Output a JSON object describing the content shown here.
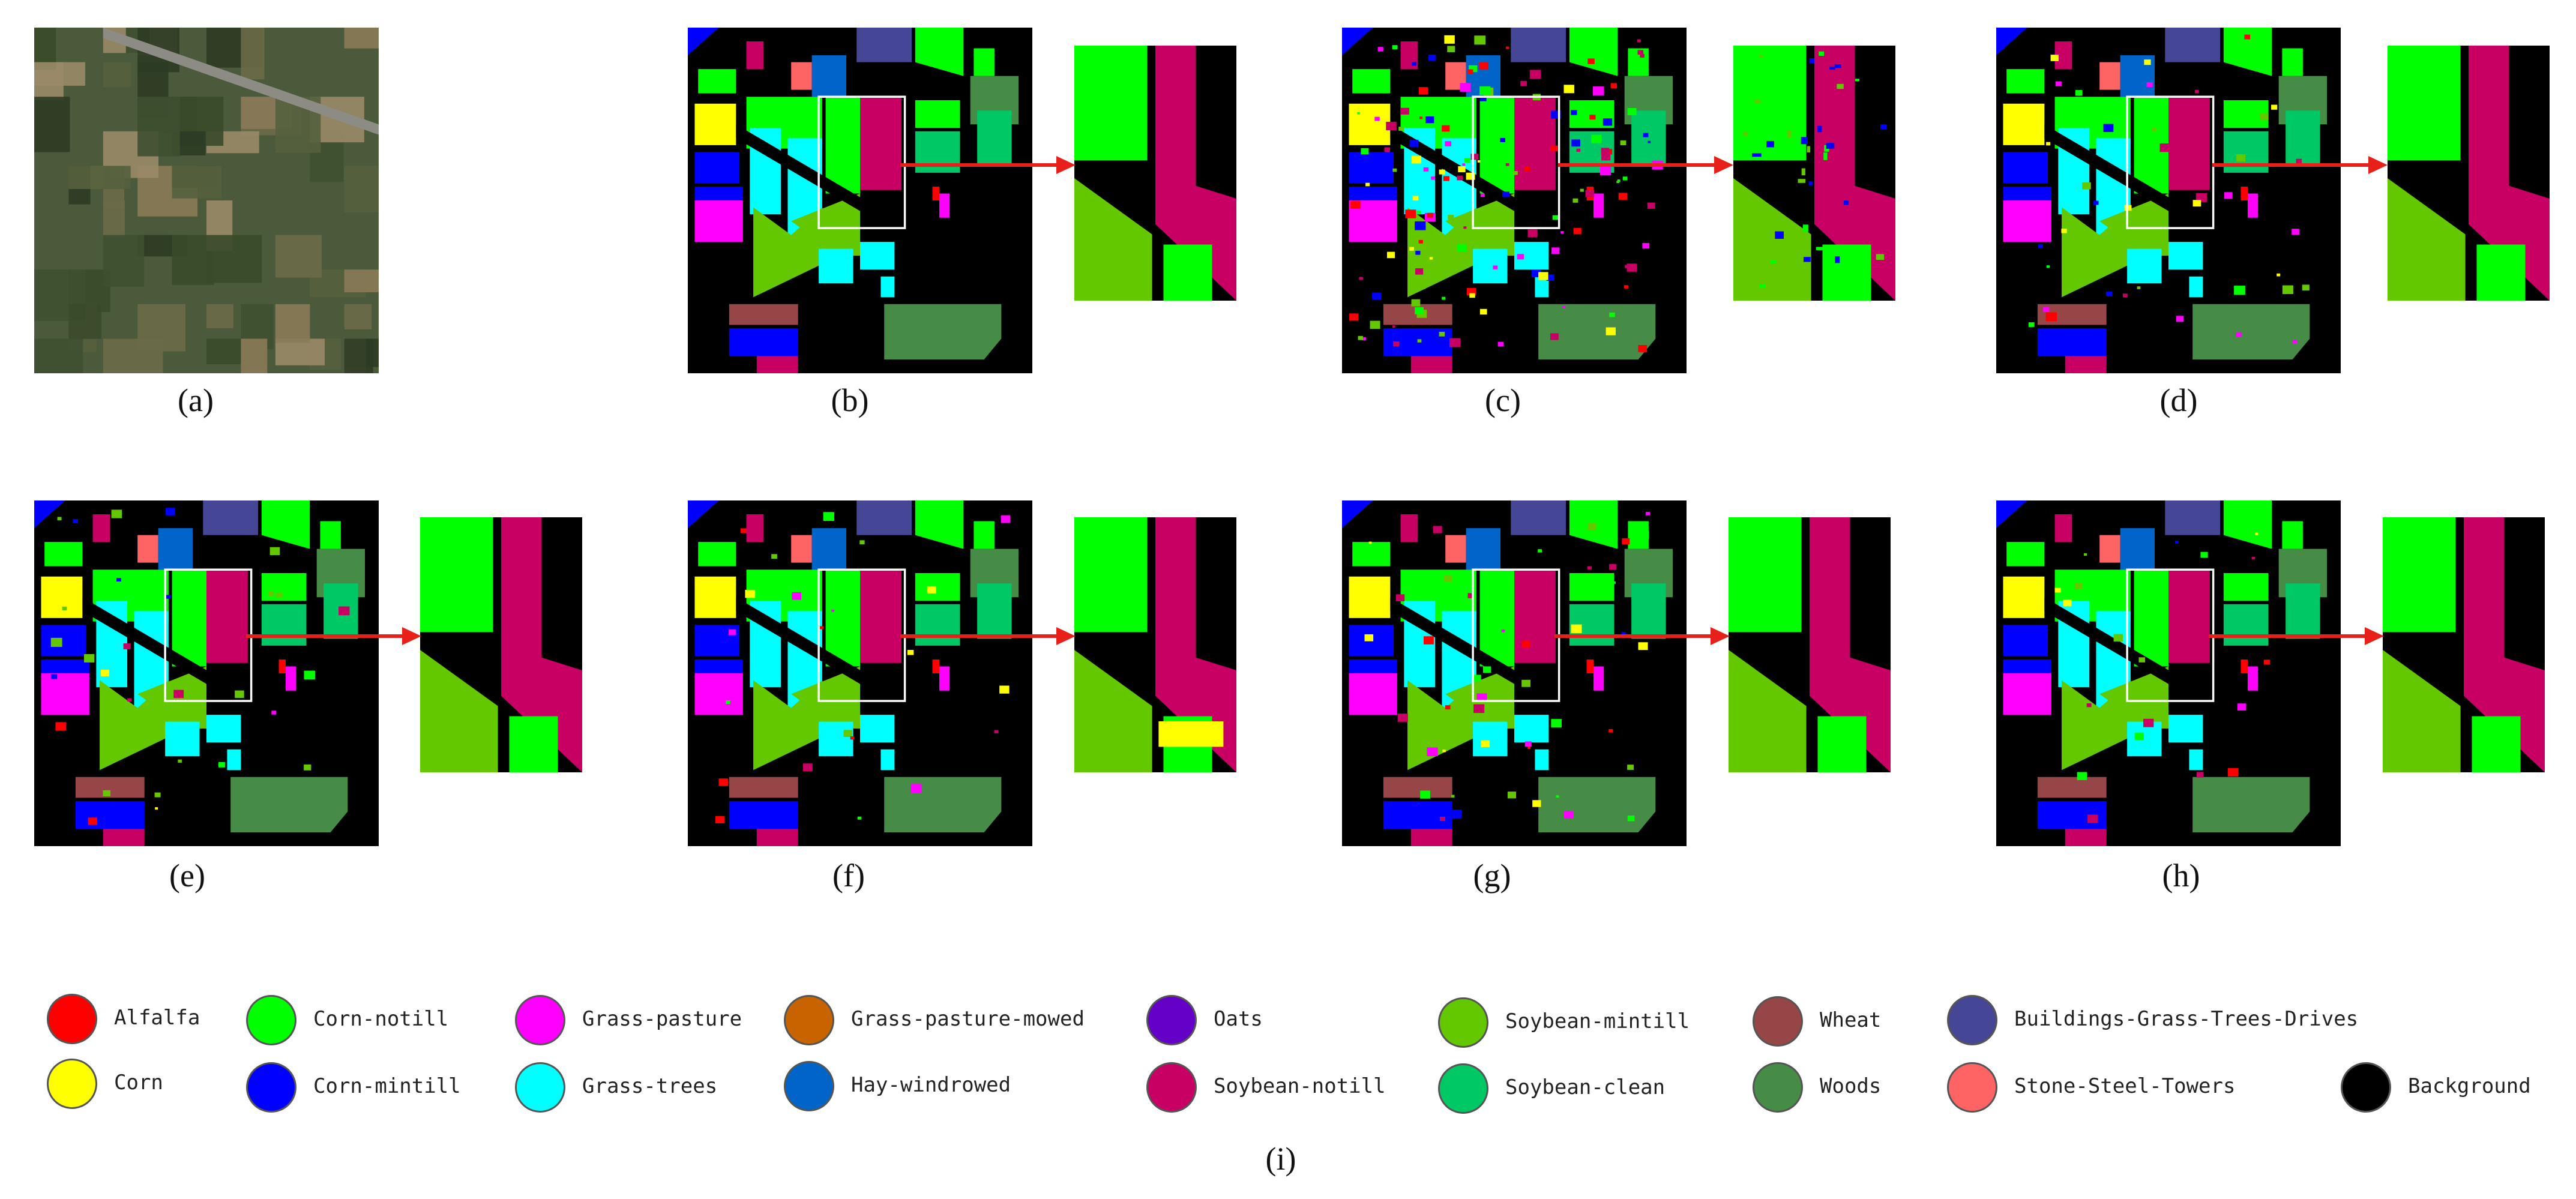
{
  "panels": [
    {
      "id": "a",
      "caption": "(a)"
    },
    {
      "id": "b",
      "caption": "(b)"
    },
    {
      "id": "c",
      "caption": "(c)"
    },
    {
      "id": "d",
      "caption": "(d)"
    },
    {
      "id": "e",
      "caption": "(e)"
    },
    {
      "id": "f",
      "caption": "(f)"
    },
    {
      "id": "g",
      "caption": "(g)"
    },
    {
      "id": "h",
      "caption": "(h)"
    }
  ],
  "legend_caption": "(i)",
  "legend": [
    {
      "label": "Alfalfa",
      "color": "#ff0000"
    },
    {
      "label": "Corn",
      "color": "#ffff00"
    },
    {
      "label": "Corn-notill",
      "color": "#00ff00"
    },
    {
      "label": "Corn-mintill",
      "color": "#0000ff"
    },
    {
      "label": "Grass-pasture",
      "color": "#ff00ff"
    },
    {
      "label": "Grass-trees",
      "color": "#00ffff"
    },
    {
      "label": "Grass-pasture-mowed",
      "color": "#c86400"
    },
    {
      "label": "Hay-windrowed",
      "color": "#0064c8"
    },
    {
      "label": "Oats",
      "color": "#6400c8"
    },
    {
      "label": "Soybean-notill",
      "color": "#c80064"
    },
    {
      "label": "Soybean-mintill",
      "color": "#64c800"
    },
    {
      "label": "Soybean-clean",
      "color": "#00c864"
    },
    {
      "label": "Wheat",
      "color": "#964646"
    },
    {
      "label": "Woods",
      "color": "#468c46"
    },
    {
      "label": "Buildings-Grass-Trees-Drives",
      "color": "#464696"
    },
    {
      "label": "Stone-Steel-Towers",
      "color": "#ff6464"
    },
    {
      "label": "Background",
      "color": "#000000"
    }
  ],
  "colors": {
    "arrow": "#e8201a",
    "frame": "#ffffff"
  }
}
